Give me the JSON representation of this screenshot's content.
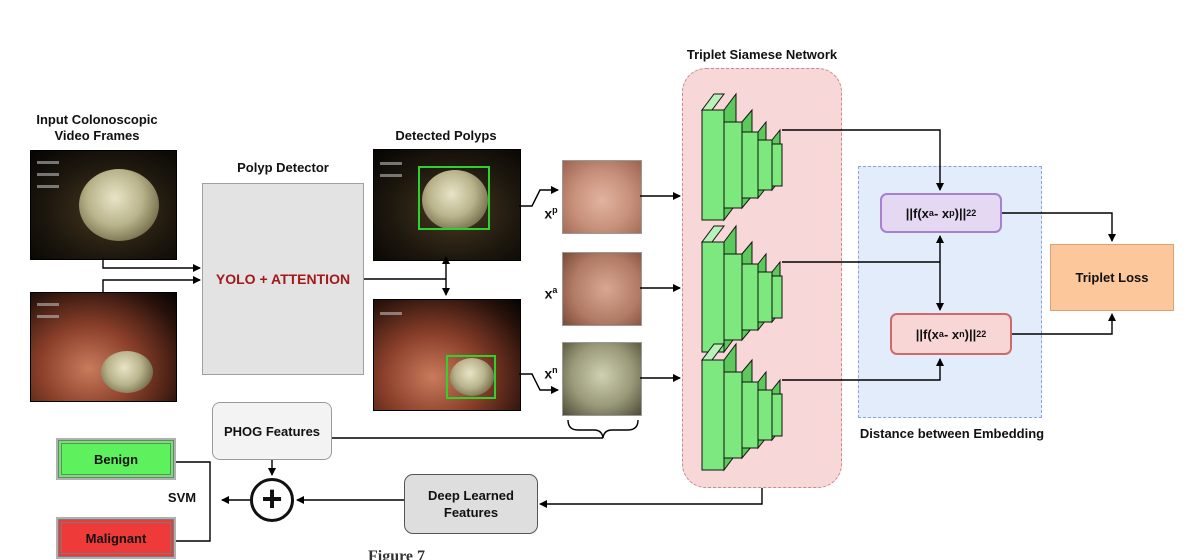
{
  "labels": {
    "input_frames": "Input Colonoscopic Video Frames",
    "polyp_detector": "Polyp Detector",
    "detected_polyps": "Detected Polyps",
    "triplet_network": "Triplet Siamese Network",
    "distance_embedding": "Distance between Embedding",
    "svm": "SVM"
  },
  "boxes": {
    "detector": "YOLO + ATTENTION",
    "phog": "PHOG Features",
    "deep": "Deep Learned Features",
    "triplet_loss": "Triplet Loss",
    "benign": "Benign",
    "malignant": "Malignant"
  },
  "symbols": {
    "xp_base": "x",
    "xp_sup": "p",
    "xa_base": "x",
    "xa_sup": "a",
    "xn_base": "x",
    "xn_sup": "n",
    "combine": "+"
  },
  "equations": {
    "positive_pre": "||f(x",
    "positive_a": "a",
    "positive_mid": " - x",
    "positive_p": "p",
    "positive_post": " )||",
    "positive_sup": "2",
    "positive_sub": "2",
    "negative_pre": "||f(x",
    "negative_a": "a",
    "negative_mid": " - x",
    "negative_n": "n",
    "negative_post": " )||",
    "negative_sup": "2",
    "negative_sub": "2"
  },
  "caption_partial": "Figure 7",
  "colors": {
    "benign": "#5df25d",
    "malignant": "#ef3a3a",
    "triplet_loss": "#fcc79a",
    "network_region": "#f7d7d7",
    "embedding_region": "#e3ecfa",
    "cnn_blocks": "#7de87d",
    "detector_text": "#a11a1a"
  }
}
